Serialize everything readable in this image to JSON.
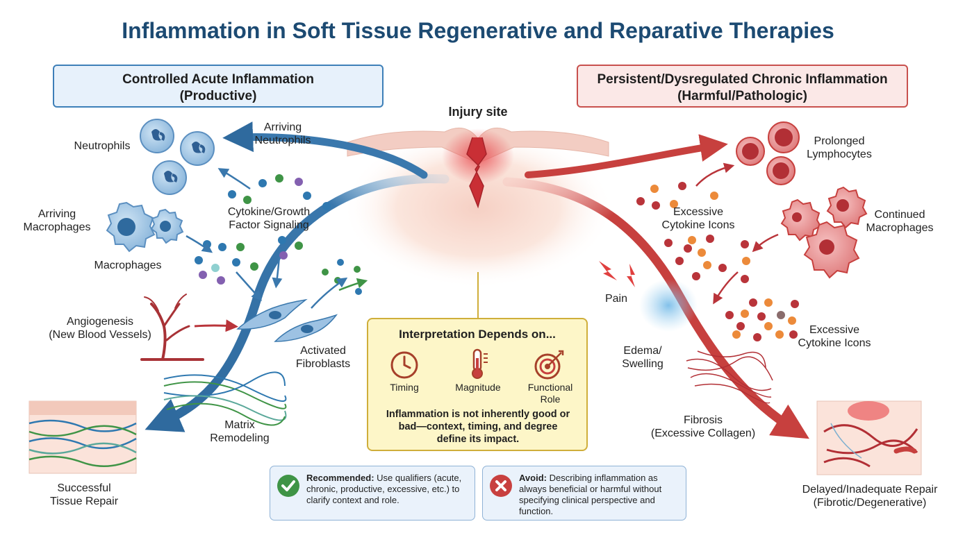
{
  "title": "Inflammation in Soft Tissue Regenerative and Reparative Therapies",
  "left_header": {
    "line1": "Controlled Acute Inflammation",
    "line2": "(Productive)"
  },
  "right_header": {
    "line1": "Persistent/Dysregulated Chronic Inflammation",
    "line2": "(Harmful/Pathologic)"
  },
  "injury_site": "Injury site",
  "left_labels": {
    "neutrophils": "Neutrophils",
    "arriving_neutrophils": [
      "Arriving",
      "Neutrophils"
    ],
    "arriving_macrophages": [
      "Arriving",
      "Macrophages"
    ],
    "macrophages": "Macrophages",
    "cytokine_signaling": [
      "Cytokine/Growth",
      "Factor Signaling"
    ],
    "angiogenesis": [
      "Angiogenesis",
      "(New Blood Vessels)"
    ],
    "activated_fibroblasts": [
      "Activated",
      "Fibroblasts"
    ],
    "matrix_remodeling": [
      "Matrix",
      "Remodeling"
    ],
    "successful_repair": [
      "Successful",
      "Tissue Repair"
    ]
  },
  "right_labels": {
    "prolonged_lymphocytes": [
      "Prolonged",
      "Lymphocytes"
    ],
    "excessive_cytokine_1": [
      "Excessive",
      "Cytokine Icons"
    ],
    "continued_macrophages": [
      "Continued",
      "Macrophages"
    ],
    "pain": "Pain",
    "excessive_cytokine_2": [
      "Excessive",
      "Cytokine Icons"
    ],
    "edema": [
      "Edema/",
      "Swelling"
    ],
    "fibrosis": [
      "Fibrosis",
      "(Excessive Collagen)"
    ],
    "delayed_repair": [
      "Delayed/Inadequate Repair",
      "(Fibrotic/Degenerative)"
    ]
  },
  "interpretation": {
    "title": "Interpretation Depends on...",
    "factors": [
      {
        "label": "Timing",
        "icon": "clock-icon"
      },
      {
        "label": "Magnitude",
        "icon": "thermometer-icon"
      },
      {
        "label": [
          "Functional",
          "Role"
        ],
        "icon": "target-icon"
      }
    ],
    "message": [
      "Inflammation is not inherently good or",
      "bad—context, timing, and degree",
      "define its impact."
    ]
  },
  "recommended": {
    "label": "Recommended:",
    "text": " Use qualifiers (acute, chronic, productive, excessive, etc.) to clarify context and role.",
    "icon": "checkmark-icon"
  },
  "avoid": {
    "label": "Avoid:",
    "text": " Describing inflammation as always beneficial or harmful without specifying clinical perspective and function.",
    "icon": "x-icon"
  },
  "colors": {
    "title": "#1c4a72",
    "blue_arrow": "#3a78ad",
    "red_arrow": "#c7403e",
    "left_box_bg": "#e7f1fb",
    "right_box_bg": "#fbe8e7",
    "interp_bg": "#fdf6c8",
    "recommended": "#3f9446",
    "avoid": "#c8403f"
  }
}
